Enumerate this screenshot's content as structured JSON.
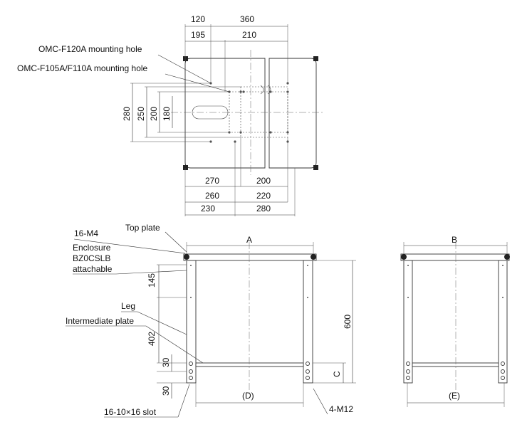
{
  "top_view": {
    "dims_top": [
      "120",
      "360",
      "195",
      "210"
    ],
    "dims_left": [
      "280",
      "250",
      "200",
      "180"
    ],
    "dims_bottom": [
      "270",
      "200",
      "260",
      "220",
      "230",
      "280"
    ],
    "callouts": [
      "OMC-F120A mounting hole",
      "OMC-F105A/F110A mounting hole"
    ]
  },
  "front_view": {
    "callouts": [
      "16-M4",
      "Top plate",
      "Enclosure",
      "BZ0CSLB",
      "attachable",
      "Leg",
      "Intermediate plate",
      "16-10×16 slot",
      "4-M12"
    ],
    "dims": [
      "A",
      "145",
      "402",
      "30",
      "30",
      "600",
      "C",
      "(D)"
    ]
  },
  "side_view": {
    "dims": [
      "B",
      "(E)"
    ]
  }
}
